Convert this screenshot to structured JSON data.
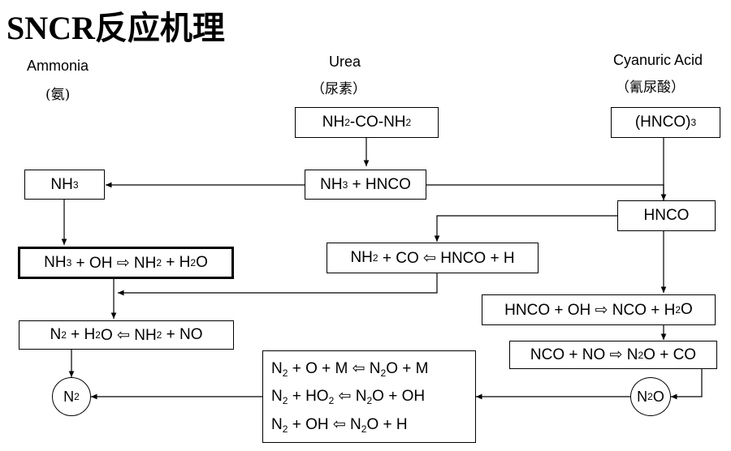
{
  "title": "SNCR反应机理",
  "sources": {
    "ammonia": {
      "name": "Ammonia",
      "cn": "(氨)"
    },
    "urea": {
      "name": "Urea",
      "cn": "（尿素）"
    },
    "cyanuric": {
      "name": "Cyanuric Acid",
      "cn": "（氰尿酸）"
    }
  },
  "nodes": {
    "urea_formula": "NH₂-CO-NH₂",
    "cyanuric_formula": "(HNCO)₃",
    "nh3": "NH₃",
    "nh3_hnco": "NH₃ + HNCO",
    "hnco": "HNCO",
    "nh3_oh": "NH₃ + OH ⇨ NH₂ + H₂O",
    "nh2_co": "NH₂ + CO ⇦ HNCO + H",
    "hnco_oh": "HNCO + OH ⇨ NCO + H₂O",
    "n2_h2o": "N₂ + H₂O ⇦ NH₂ + NO",
    "nco_no": "NCO + NO ⇨ N₂O + CO",
    "n2": "N₂",
    "n2o": "N₂O",
    "n2o_reactions": [
      "N₂ + O + M ⇦ N₂O + M",
      "N₂ + HO₂ ⇦ N₂O + OH",
      "N₂ + OH ⇦ N₂O + H"
    ]
  }
}
